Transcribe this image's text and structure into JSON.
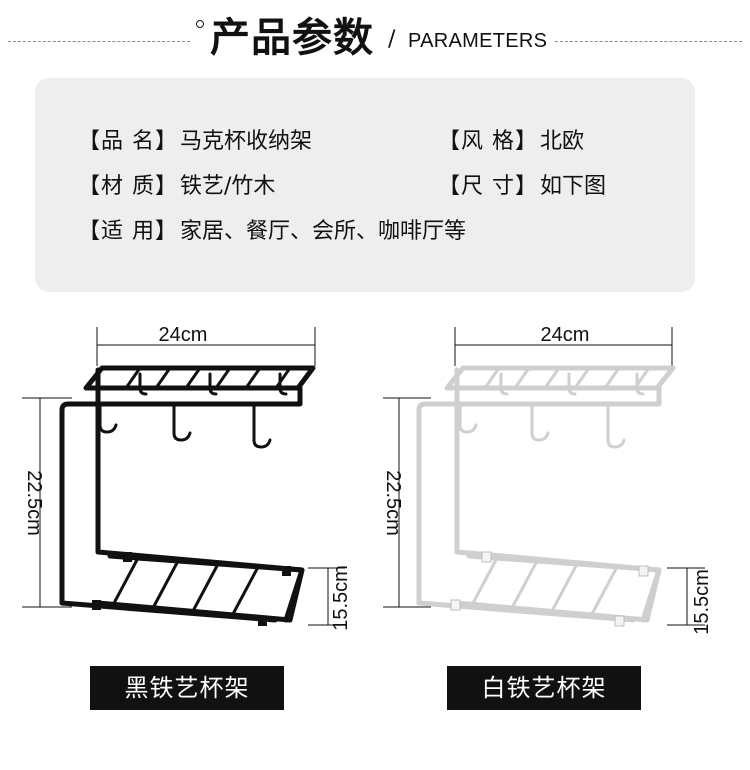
{
  "header": {
    "title": "产品参数",
    "slash": "/",
    "subtitle": "PARAMETERS"
  },
  "parameters": [
    {
      "key": "【品 名】",
      "value": "马克杯收纳架"
    },
    {
      "key": "【风 格】",
      "value": "北欧"
    },
    {
      "key": "【材 质】",
      "value": "铁艺/竹木"
    },
    {
      "key": "【尺 寸】",
      "value": "如下图"
    },
    {
      "key": "【适 用】",
      "value": "家居、餐厅、会所、咖啡厅等"
    }
  ],
  "products": [
    {
      "label": "黑铁艺杯架",
      "color": "#111111",
      "width": "24cm",
      "height": "22.5cm",
      "depth": "15.5cm"
    },
    {
      "label": "白铁艺杯架",
      "color": "#d9d9d9",
      "width": "24cm",
      "height": "22.5cm",
      "depth": "15.5cm"
    }
  ],
  "colors": {
    "panel_bg": "#eeeeee",
    "label_bg": "#111111",
    "label_text": "#ffffff"
  }
}
